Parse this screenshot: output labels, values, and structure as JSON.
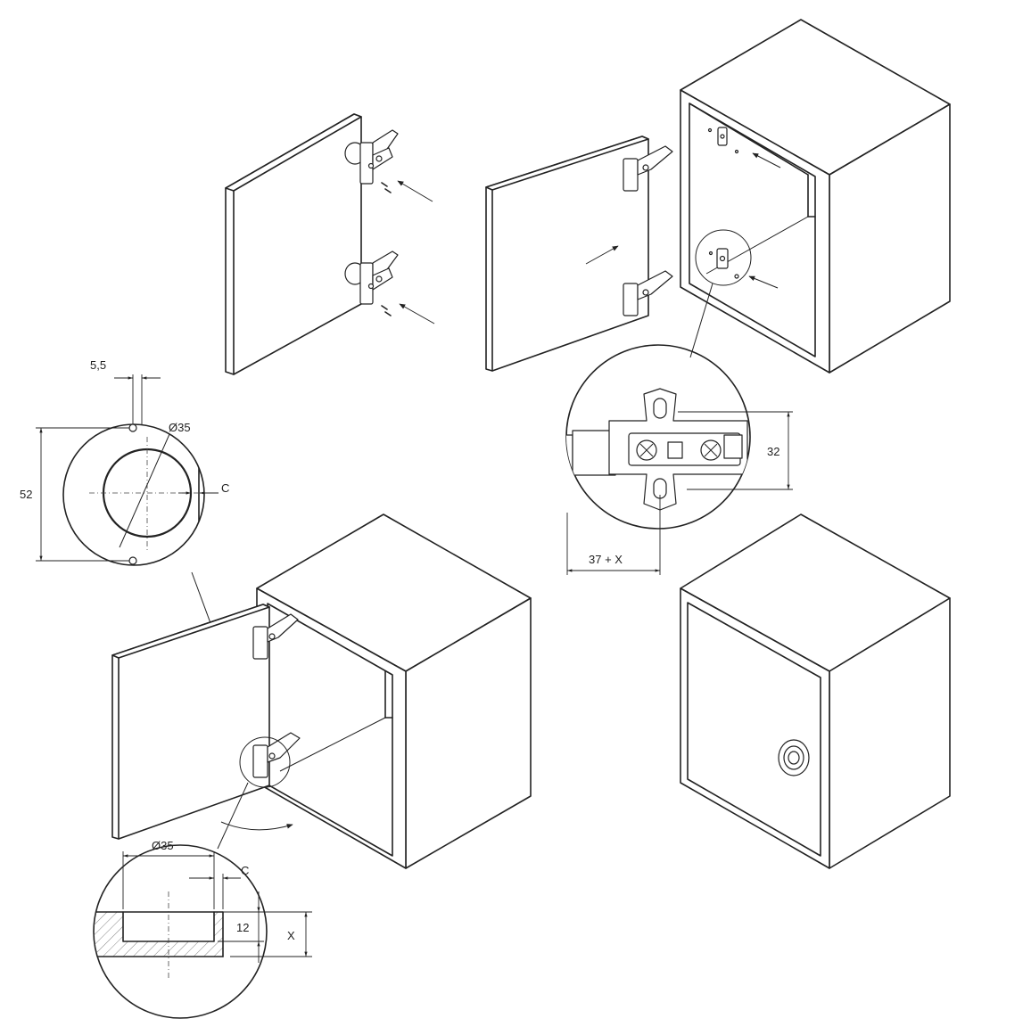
{
  "dimensions": {
    "offset_top": "5,5",
    "bore_diameter_top": "Ø35",
    "spacing_vertical": "52",
    "edge_distance_top": "C",
    "plate_height": "32",
    "plate_offset": "37 + X",
    "bore_diameter_section": "Ø35",
    "edge_distance_section": "C",
    "bore_depth": "12",
    "panel_thickness": "X"
  }
}
